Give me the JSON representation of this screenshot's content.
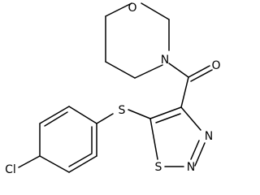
{
  "molecule": {
    "atoms": {
      "oxygen_morpholine": "O",
      "nitrogen_morpholine": "N",
      "oxygen_carbonyl": "O",
      "sulfur_thioether": "S",
      "sulfur_ring": "S",
      "nitrogen_ring_1": "N",
      "nitrogen_ring_2": "N",
      "chlorine": "Cl"
    }
  }
}
